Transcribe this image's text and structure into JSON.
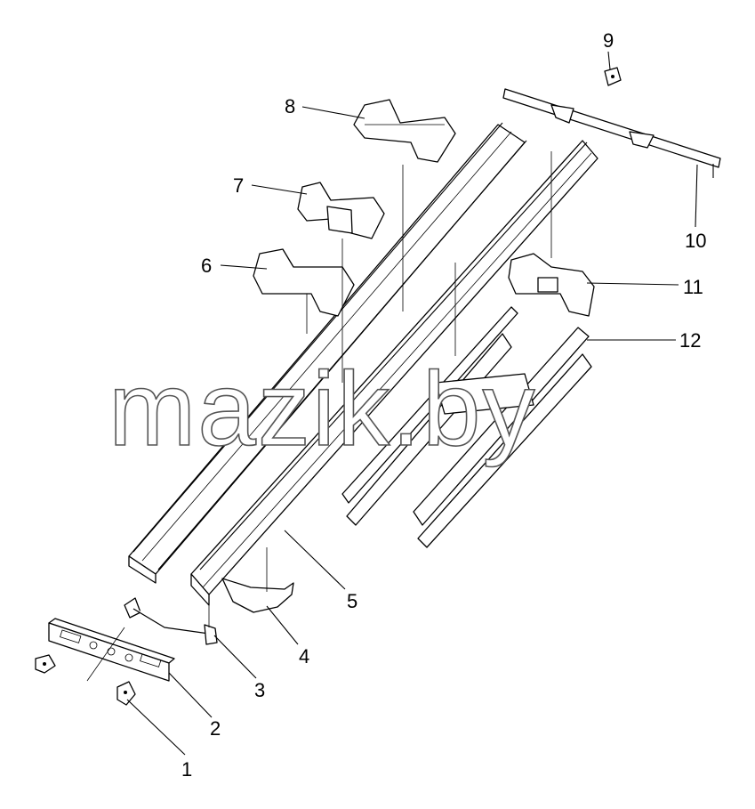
{
  "watermark": "mazik.by",
  "callouts": [
    {
      "id": "1",
      "text": "1"
    },
    {
      "id": "2",
      "text": "2"
    },
    {
      "id": "3",
      "text": "3"
    },
    {
      "id": "4",
      "text": "4"
    },
    {
      "id": "5",
      "text": "5"
    },
    {
      "id": "6",
      "text": "6"
    },
    {
      "id": "7",
      "text": "7"
    },
    {
      "id": "8",
      "text": "8"
    },
    {
      "id": "9",
      "text": "9"
    },
    {
      "id": "10",
      "text": "10"
    },
    {
      "id": "11",
      "text": "11"
    },
    {
      "id": "12",
      "text": "12"
    }
  ]
}
